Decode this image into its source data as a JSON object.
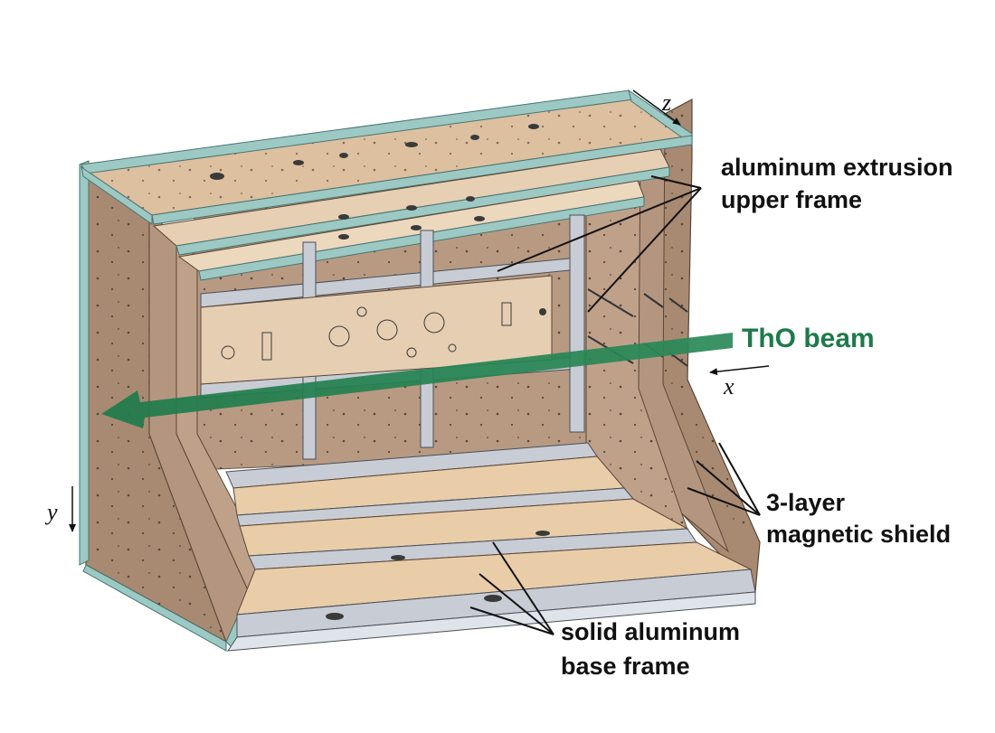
{
  "labels": {
    "upper_frame_line1": "aluminum extrusion",
    "upper_frame_line2": "upper frame",
    "beam": "ThO beam",
    "shield_line1": "3-layer",
    "shield_line2": "magnetic shield",
    "base_line1": "solid aluminum",
    "base_line2": "base frame"
  },
  "axes": {
    "x": "x",
    "y": "y",
    "z": "z"
  },
  "colors": {
    "beam": "#1e7a4a",
    "shield_edge": "#9cc9c4",
    "shield_panel": "#b89a82",
    "aluminum": "#c8ccd4",
    "base_plate": "#e9cda8"
  },
  "icons": [
    "z-axis-arrow-icon",
    "x-axis-arrow-icon",
    "y-axis-arrow-icon"
  ]
}
